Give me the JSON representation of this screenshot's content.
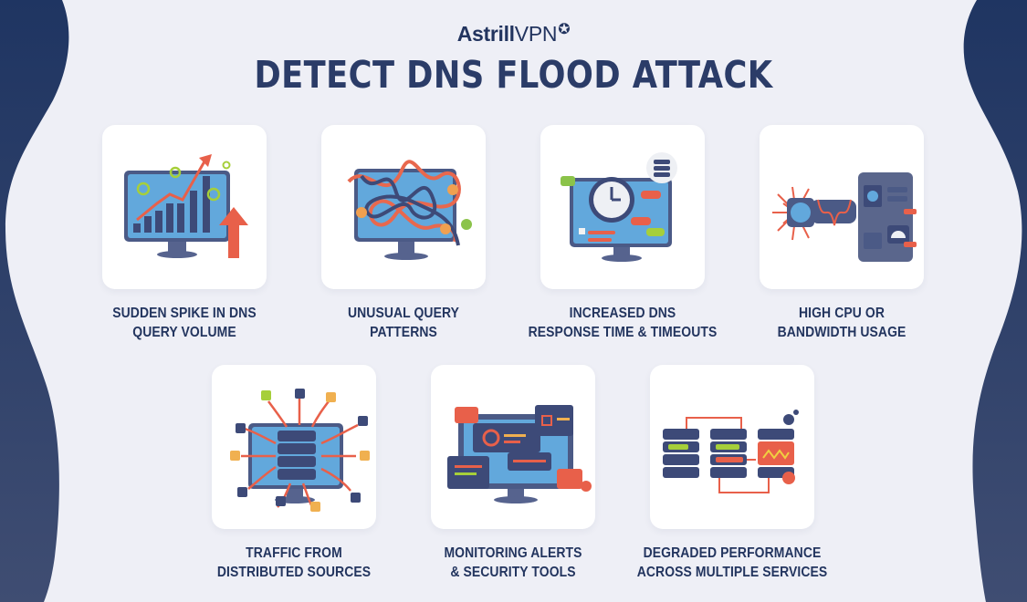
{
  "brand": {
    "name_bold": "Astrill",
    "name_light": "VPN",
    "star_icon": "star-badge-icon"
  },
  "title": "DETECT DNS FLOOD ATTACK",
  "colors": {
    "background": "#eeeff6",
    "navy": "#22345f",
    "card": "#ffffff",
    "accent_red": "#e8604a",
    "screen_blue": "#5aa9e0",
    "accent_green": "#8bc34a"
  },
  "cards": [
    {
      "line1": "SUDDEN SPIKE IN DNS",
      "line2": "QUERY VOLUME",
      "icon": "traffic-spike-chart-icon"
    },
    {
      "line1": "UNUSUAL QUERY",
      "line2": "PATTERNS",
      "icon": "tangled-query-icon"
    },
    {
      "line1": "INCREASED DNS",
      "line2": "RESPONSE TIME & TIMEOUTS",
      "icon": "clock-timeout-icon"
    },
    {
      "line1": "HIGH CPU OR",
      "line2": "BANDWIDTH USAGE",
      "icon": "overheating-server-icon"
    },
    {
      "line1": "TRAFFIC FROM",
      "line2": "DISTRIBUTED SOURCES",
      "icon": "distributed-traffic-icon"
    },
    {
      "line1": "MONITORING ALERTS",
      "line2": "& SECURITY TOOLS",
      "icon": "monitoring-alerts-icon"
    },
    {
      "line1": "DEGRADED PERFORMANCE",
      "line2": "ACROSS MULTIPLE SERVICES",
      "icon": "degraded-servers-icon"
    }
  ]
}
